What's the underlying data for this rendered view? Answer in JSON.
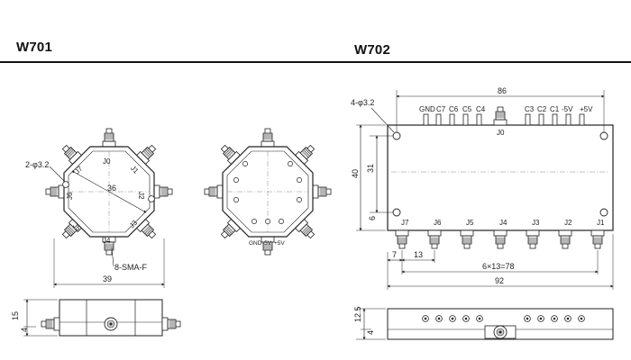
{
  "titles": {
    "left": "W701",
    "right": "W702"
  },
  "w701": {
    "ports": [
      "J0",
      "J1",
      "J2",
      "J3",
      "J4",
      "J5",
      "J6",
      "J7"
    ],
    "hole_note": "2-φ3.2",
    "diag_dim": "36",
    "connector_note": "8-SMA-F",
    "width_dim": "39",
    "height_dim": "15",
    "base_dim": "4",
    "back_labels": {
      "gnd": "GND",
      "neg": "-5V",
      "pos": "+5V"
    }
  },
  "w702": {
    "hole_note": "4-φ3.2",
    "top_labels": [
      "GND",
      "C7",
      "C6",
      "C5",
      "C4",
      "C3",
      "C2",
      "C1",
      "-5V",
      "+5V"
    ],
    "top_port": "J0",
    "bottom_ports": [
      "J7",
      "J6",
      "J5",
      "J4",
      "J3",
      "J2",
      "J1"
    ],
    "dims": {
      "width_top": "86",
      "height": "40",
      "hole_span": "31",
      "hole_offset": "6",
      "first_pitch": "7",
      "pitch": "13",
      "pitch_total": "6×13=78",
      "overall": "92",
      "side_height": "12.5",
      "side_base": "4"
    }
  }
}
